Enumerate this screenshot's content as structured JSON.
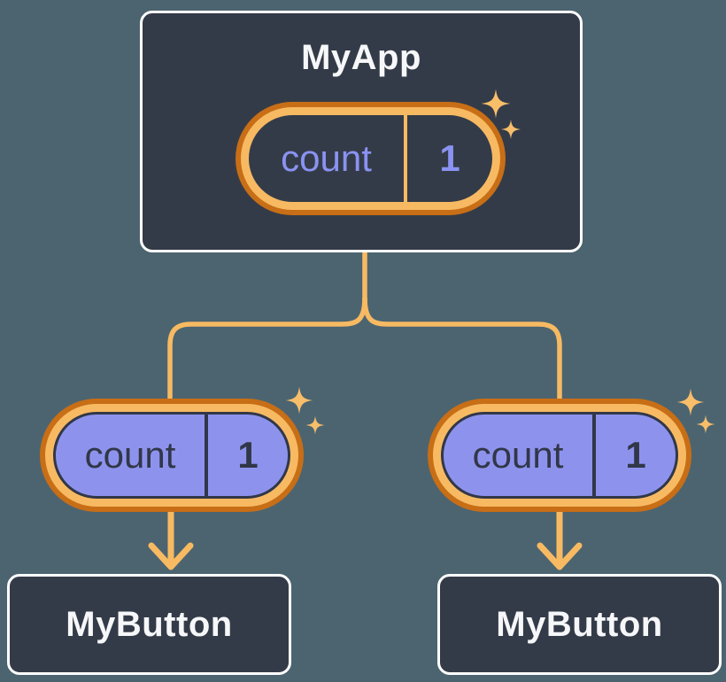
{
  "diagram": {
    "app": {
      "title": "MyApp",
      "state": {
        "key": "count",
        "value": "1"
      }
    },
    "children": [
      {
        "title": "MyButton",
        "prop": {
          "key": "count",
          "value": "1"
        }
      },
      {
        "title": "MyButton",
        "prop": {
          "key": "count",
          "value": "1"
        }
      }
    ]
  },
  "icons": {
    "sparkles": "sparkles-icon",
    "arrow_down": "arrow-down-icon"
  },
  "colors": {
    "background": "#4C6470",
    "node_fill": "#343B48",
    "node_border": "#FFFFFF",
    "title_text": "#F6F7F9",
    "pill_ring_outer": "#C76E16",
    "pill_ring_inner": "#F7BA62",
    "state_text": "#8A93F2",
    "prop_pill_fill": "#8D93ED",
    "prop_pill_text": "#313748",
    "connector_line": "#F7BA62",
    "sparkle": "#F8BE6A"
  }
}
